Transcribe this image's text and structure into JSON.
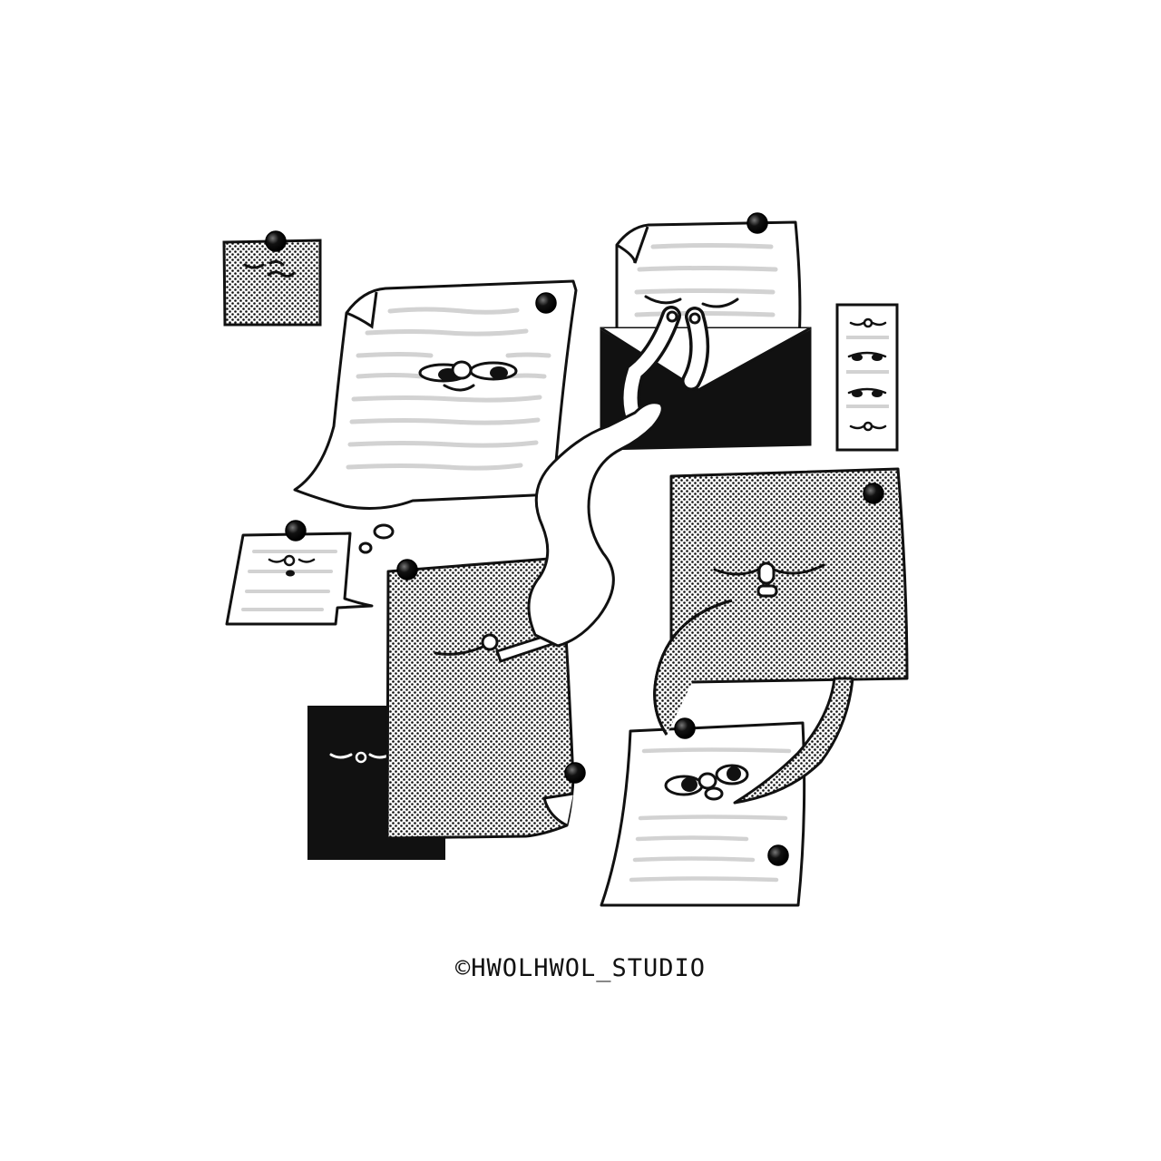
{
  "illustration": {
    "subject": "anthropomorphic pinned paper notes with faces",
    "colors": {
      "ink": "#111111",
      "paper": "#ffffff",
      "text_lines": "#d2d2d2",
      "halftone": "#111111"
    },
    "icons": [
      "pushpin-icon",
      "smoke-plume",
      "cigarette"
    ]
  },
  "credit": {
    "text": "©HWOLHWOL_STUDIO"
  }
}
